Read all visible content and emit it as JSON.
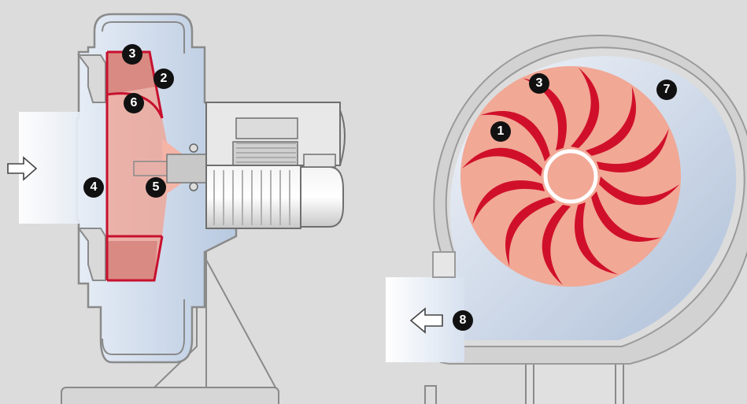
{
  "callouts": {
    "n1": "1",
    "n2": "2",
    "n3a": "3",
    "n3b": "3",
    "n4": "4",
    "n5": "5",
    "n6": "6",
    "n7": "7",
    "n8": "8"
  },
  "colors": {
    "background": "#dcdcdc",
    "housing": "#c9d7ea",
    "impeller": "#f0a090",
    "blade": "#d0102a",
    "outline": "#8a8a8a"
  },
  "icons": [
    "inlet-arrow-icon",
    "outlet-arrow-icon"
  ]
}
